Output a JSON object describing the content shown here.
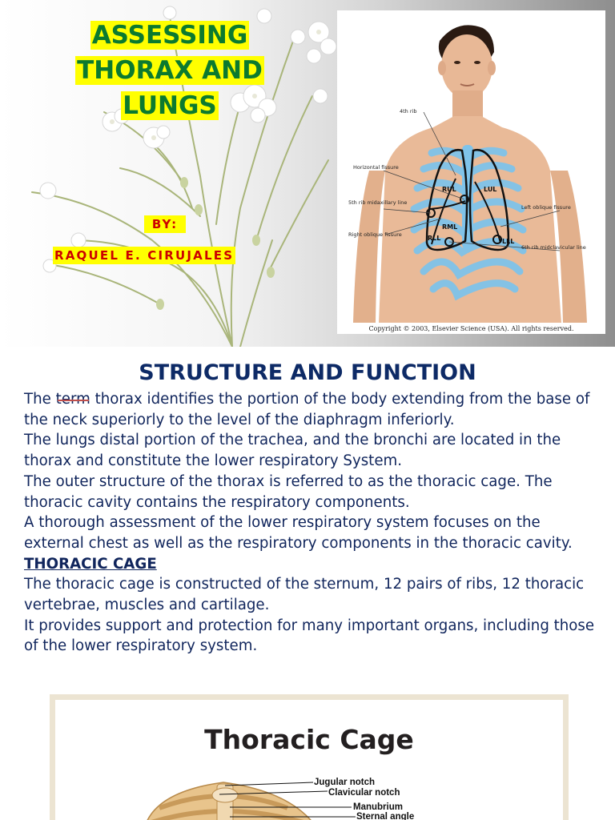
{
  "title": {
    "lines": [
      "ASSESSING",
      "THORAX AND",
      "LUNGS"
    ]
  },
  "byline": {
    "label": "BY:",
    "author": "RAQUEL E. CIRUJALES"
  },
  "anatomy_figure": {
    "labels": {
      "rib4": "4th rib",
      "horizontal_fissure": "Horizontal fissure",
      "rib5": "5th rib midaxillary line",
      "right_oblique": "Right oblique fissure",
      "left_oblique": "Left oblique fissure",
      "rib6": "6th rib midclavicular line",
      "rul": "RUL",
      "lul": "LUL",
      "rml": "RML",
      "rll": "RLL",
      "lll": "LLL"
    },
    "copyright": "Copyright © 2003, Elsevier Science (USA). All rights reserved."
  },
  "section": {
    "heading": "STRUCTURE AND FUNCTION",
    "para1_the": "The",
    "para1_struck": "term",
    "para1_rest": " thorax identifies the portion of the body extending from the base of the neck superiorly to the level of the diaphragm inferiorly.",
    "para2": "The lungs distal portion of the trachea, and the bronchi are located in the thorax and constitute the lower respiratory System.",
    "para3": "The outer structure of the thorax is referred to as the thoracic cage. The thoracic cavity contains the respiratory components.",
    "para4": "A thorough assessment of the lower respiratory system focuses on the external chest as well as the respiratory components in the thoracic cavity.",
    "subheading": "THORACIC CAGE",
    "para5": "The thoracic cage is constructed of the sternum, 12 pairs of ribs, 12 thoracic vertebrae, muscles and cartilage.",
    "para6": " It provides support and protection for many important organs, including those of the lower respiratory system."
  },
  "cage_figure": {
    "title": "Thoracic Cage",
    "labels": [
      "Jugular notch",
      "Clavicular notch",
      "Manubrium",
      "Sternal angle"
    ]
  }
}
